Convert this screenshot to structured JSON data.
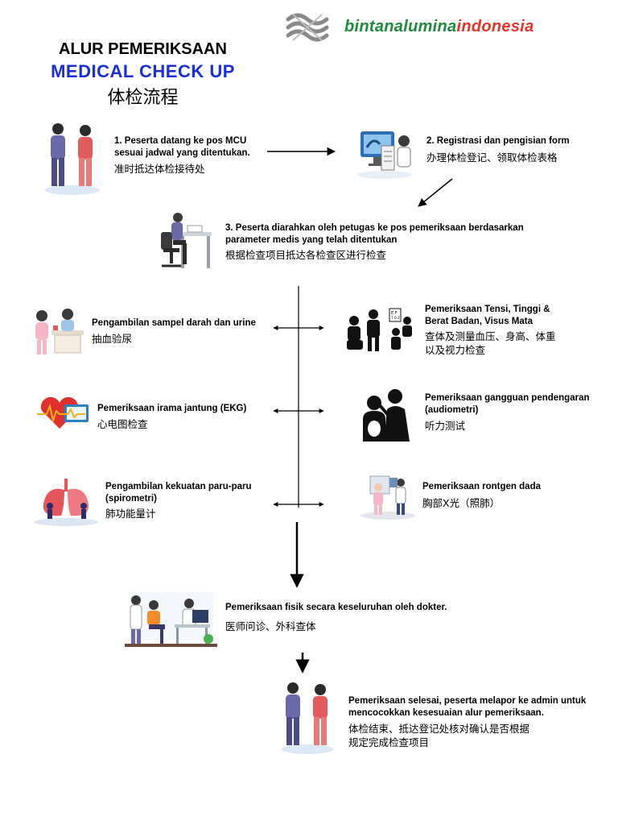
{
  "header": {
    "title_line1": "ALUR PEMERIKSAAN",
    "title_line2": "MEDICAL CHECK UP",
    "title_line3": "体检流程",
    "logo_part1": "bintan",
    "logo_part2": "alumina",
    "logo_part3": "indonesia",
    "logo_color_green": "#1e8a3c",
    "logo_color_red": "#e8322a"
  },
  "steps": {
    "s1": {
      "line1": "1. Peserta datang ke pos MCU",
      "line2": "sesuai jadwal yang ditentukan.",
      "cn": "准时抵达体检接待处"
    },
    "s2": {
      "line1": "2. Registrasi dan pengisian form",
      "cn": "办理体检登记、领取体检表格"
    },
    "s3": {
      "line1": "3. Peserta diarahkan oleh petugas ke pos pemeriksaan berdasarkan",
      "line2": "parameter medis yang telah ditentukan",
      "cn": "根据检查项目抵达各检查区进行检查"
    }
  },
  "exams": {
    "blood": {
      "line1": "Pengambilan sampel darah dan urine",
      "cn": "抽血验尿"
    },
    "ekg": {
      "line1": "Pemeriksaan irama jantung (EKG)",
      "cn": "心电图检查"
    },
    "spiro": {
      "line1": "Pengambilan kekuatan paru-paru",
      "line2": "(spirometri)",
      "cn": "肺功能量计"
    },
    "tensi": {
      "line1": "Pemeriksaan Tensi, Tinggi &",
      "line2": "Berat Badan, Visus Mata",
      "cn1": "查体及测量血压、身高、体重",
      "cn2": "以及视力检查"
    },
    "audio": {
      "line1": "Pemeriksaan gangguan pendengaran",
      "line2": "(audiometri)",
      "cn": "听力测试"
    },
    "xray": {
      "line1": "Pemeriksaan rontgen dada",
      "cn": "胸部X光（照肺）"
    }
  },
  "final": {
    "doctor": {
      "line1": "Pemeriksaan fisik secara keseluruhan oleh dokter.",
      "cn": "医师问诊、外科查体"
    },
    "done": {
      "line1": "Pemeriksaan selesai, peserta melapor ke admin untuk",
      "line2": "mencocokkan kesesuaian alur pemeriksaan.",
      "cn1": "体检结束、抵达登记处核对确认是否根据",
      "cn2": "规定完成检查项目"
    }
  }
}
